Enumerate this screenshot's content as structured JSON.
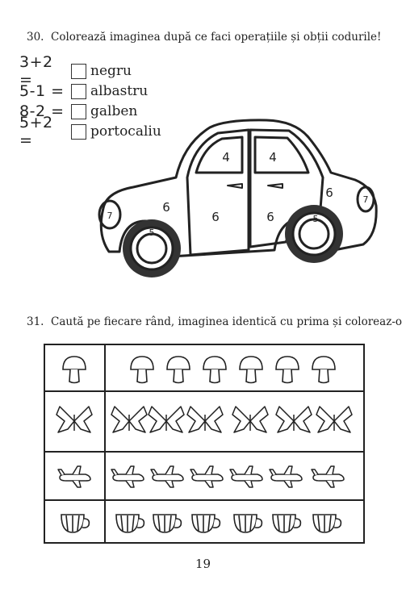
{
  "page": {
    "page_number": "19"
  },
  "exercise30": {
    "number": "30.",
    "instruction": "Colorează imaginea după ce faci operațiile și obții codurile!",
    "equations": [
      {
        "expression": "3+2 =",
        "color_word": "negru"
      },
      {
        "expression": "5-1 =",
        "color_word": "albastru"
      },
      {
        "expression": "8-2 =",
        "color_word": "galben"
      },
      {
        "expression": "5+2 =",
        "color_word": "portocaliu"
      }
    ],
    "car_labels": {
      "window_front": "4",
      "window_back": "4",
      "hood": "6",
      "front_door": "6",
      "back_door": "6",
      "trunk": "6",
      "headlight": "7",
      "taillight": "7",
      "front_wheel": "5",
      "back_wheel": "5"
    }
  },
  "exercise31": {
    "number": "31.",
    "instruction": "Caută pe fiecare rând, imaginea identică cu prima și coloreaz-o"
  }
}
